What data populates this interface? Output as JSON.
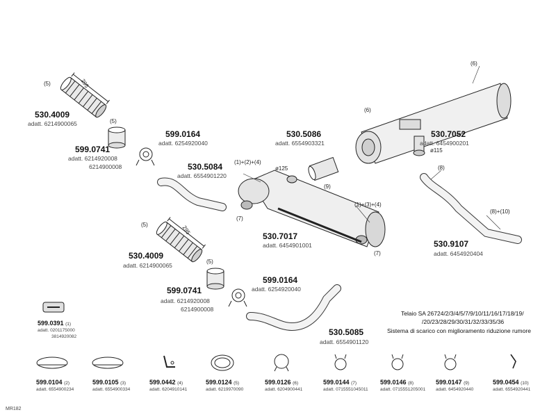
{
  "parts": {
    "p530_4009_top": {
      "number": "530.4009",
      "adatt": "adatt. 6214900065",
      "callout": "(5)",
      "dim": "295"
    },
    "p599_0741_top": {
      "number": "599.0741",
      "adatt1": "adatt. 6214920008",
      "adatt2": "6214900008",
      "callout": "(5)"
    },
    "p599_0164_top": {
      "number": "599.0164",
      "adatt": "adatt. 6254920040"
    },
    "p530_5084": {
      "number": "530.5084",
      "adatt": "adatt. 6554901220"
    },
    "p530_5086": {
      "number": "530.5086",
      "adatt": "adatt. 6554903321",
      "callout": "(9)"
    },
    "p530_7052": {
      "number": "530.7052",
      "adatt": "adatt. 6454900201",
      "callout_top": "(6)",
      "callout_mid": "(6)",
      "diameter": "ø115"
    },
    "p530_7017": {
      "number": "530.7017",
      "adatt": "adatt. 6454901001",
      "callout_a": "(1)+(2)+(4)",
      "callout_b": "(1)+(3)+(4)",
      "callout_c": "(7)",
      "callout_d": "(7)",
      "diameter": "ø125"
    },
    "p530_9107": {
      "number": "530.9107",
      "adatt": "adatt. 6454920404",
      "callout_a": "(8)",
      "callout_b": "(8)+(10)"
    },
    "p530_4009_mid": {
      "number": "530.4009",
      "adatt": "adatt. 6214900065",
      "callout": "(5)",
      "callout2": "(5)",
      "dim": "295"
    },
    "p599_0741_mid": {
      "number": "599.0741",
      "adatt1": "adatt. 6214920008",
      "adatt2": "6214900008"
    },
    "p599_0164_mid": {
      "number": "599.0164",
      "adatt": "adatt. 6254920040"
    },
    "p530_5085": {
      "number": "530.5085",
      "adatt": "adatt. 6554901120"
    },
    "p599_0391": {
      "number": "599.0391",
      "index": "(1)",
      "adatt1": "adatt. 0201175000",
      "adatt2": "3814920082"
    }
  },
  "notes": {
    "line1": "Telaio SA 26724/2/3/4/5/7/9/10/11/16/17/18/19/",
    "line2": "/20/23/28/29/30/31/32/33/35/36",
    "line3": "Sistema di scarico con miglioramento riduzione rumore"
  },
  "bottom_row": [
    {
      "number": "599.0104",
      "index": "(2)",
      "adatt": "adatt. 6554900234",
      "icon": "band-clamp-icon"
    },
    {
      "number": "599.0105",
      "index": "(3)",
      "adatt": "adatt. 6554900334",
      "icon": "band-clamp-icon"
    },
    {
      "number": "599.0442",
      "index": "(4)",
      "adatt": "adatt. 6204910141",
      "icon": "bracket-icon"
    },
    {
      "number": "599.0124",
      "index": "(5)",
      "adatt": "adatt. 6219970090",
      "icon": "ring-clamp-icon"
    },
    {
      "number": "599.0126",
      "index": "(6)",
      "adatt": "adatt. 6204900441",
      "icon": "u-clamp-icon"
    },
    {
      "number": "599.0144",
      "index": "(7)",
      "adatt": "adatt. 0715551045011",
      "icon": "hose-clamp-icon"
    },
    {
      "number": "599.0146",
      "index": "(8)",
      "adatt": "adatt. 0715551205001",
      "icon": "hose-clamp-icon"
    },
    {
      "number": "599.0147",
      "index": "(9)",
      "adatt": "adatt. 6454920440",
      "icon": "hose-clamp-icon"
    },
    {
      "number": "599.0454",
      "index": "(10)",
      "adatt": "adatt. 6554920441",
      "icon": "hook-icon"
    }
  ],
  "footer_code": "MR182"
}
